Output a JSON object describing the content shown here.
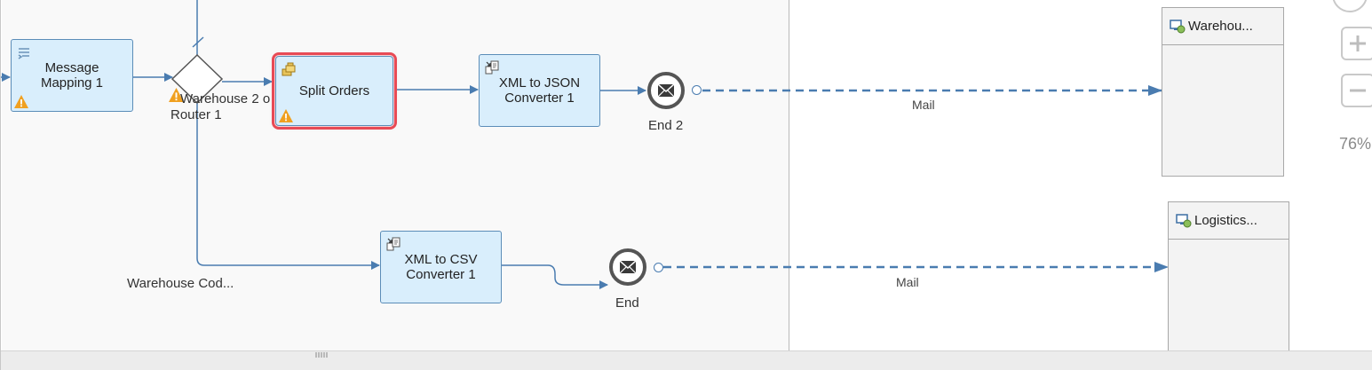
{
  "steps": {
    "message_mapping": {
      "label": "Message\nMapping 1"
    },
    "split_orders": {
      "label": "Split Orders"
    },
    "xml_json": {
      "label": "XML to JSON\nConverter 1"
    },
    "xml_csv": {
      "label": "XML to CSV\nConverter 1"
    }
  },
  "router": {
    "name": "Router 1",
    "route_top_label": "Warehouse 2 o",
    "route_bottom_label": "Warehouse Cod..."
  },
  "events": {
    "end2": {
      "label": "End 2"
    },
    "end": {
      "label": "End"
    }
  },
  "connections": {
    "top_mail": "Mail",
    "bottom_mail": "Mail"
  },
  "receivers": {
    "warehouse": {
      "label": "Warehou..."
    },
    "logistics": {
      "label": "Logistics..."
    }
  },
  "zoom": {
    "level": "76%"
  },
  "icons": [
    "mapping-icon",
    "splitter-icon",
    "converter-icon",
    "warning-icon",
    "mail-icon",
    "receiver-system-icon",
    "zoom-in-icon",
    "zoom-out-icon"
  ],
  "colors": {
    "step_fill": "#d9eefc",
    "step_border": "#5b8db8",
    "selection": "#e84a55",
    "wire": "#4a7cb0",
    "warning": "#f0a020"
  }
}
